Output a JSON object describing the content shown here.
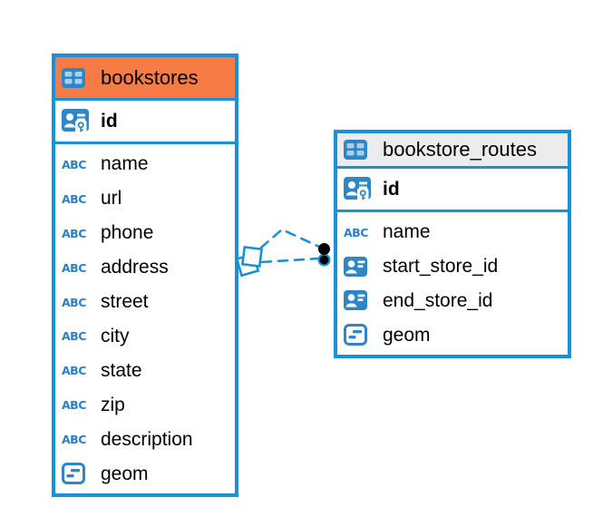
{
  "diagram": {
    "colors": {
      "accent_blue": "#1a91d6",
      "icon_blue": "#2e86c6",
      "bookstores_header": "#f67b45",
      "routes_header": "#ececec",
      "background": "#ffffff"
    },
    "tables": [
      {
        "name": "bookstores",
        "primary_key": {
          "name": "id",
          "icon": "primary-key-icon"
        },
        "fields": [
          {
            "name": "name",
            "icon": "text-column-icon"
          },
          {
            "name": "url",
            "icon": "text-column-icon"
          },
          {
            "name": "phone",
            "icon": "text-column-icon"
          },
          {
            "name": "address",
            "icon": "text-column-icon"
          },
          {
            "name": "street",
            "icon": "text-column-icon"
          },
          {
            "name": "city",
            "icon": "text-column-icon"
          },
          {
            "name": "state",
            "icon": "text-column-icon"
          },
          {
            "name": "zip",
            "icon": "text-column-icon"
          },
          {
            "name": "description",
            "icon": "text-column-icon"
          },
          {
            "name": "geom",
            "icon": "geometry-column-icon"
          }
        ]
      },
      {
        "name": "bookstore_routes",
        "primary_key": {
          "name": "id",
          "icon": "primary-key-icon"
        },
        "fields": [
          {
            "name": "name",
            "icon": "text-column-icon"
          },
          {
            "name": "start_store_id",
            "icon": "foreign-key-icon"
          },
          {
            "name": "end_store_id",
            "icon": "foreign-key-icon"
          },
          {
            "name": "geom",
            "icon": "geometry-column-icon"
          }
        ]
      }
    ],
    "relationships": [
      {
        "between": [
          "bookstores",
          "bookstore_routes"
        ],
        "style": "dashed"
      },
      {
        "between": [
          "bookstores",
          "bookstore_routes"
        ],
        "style": "dashed"
      }
    ]
  }
}
